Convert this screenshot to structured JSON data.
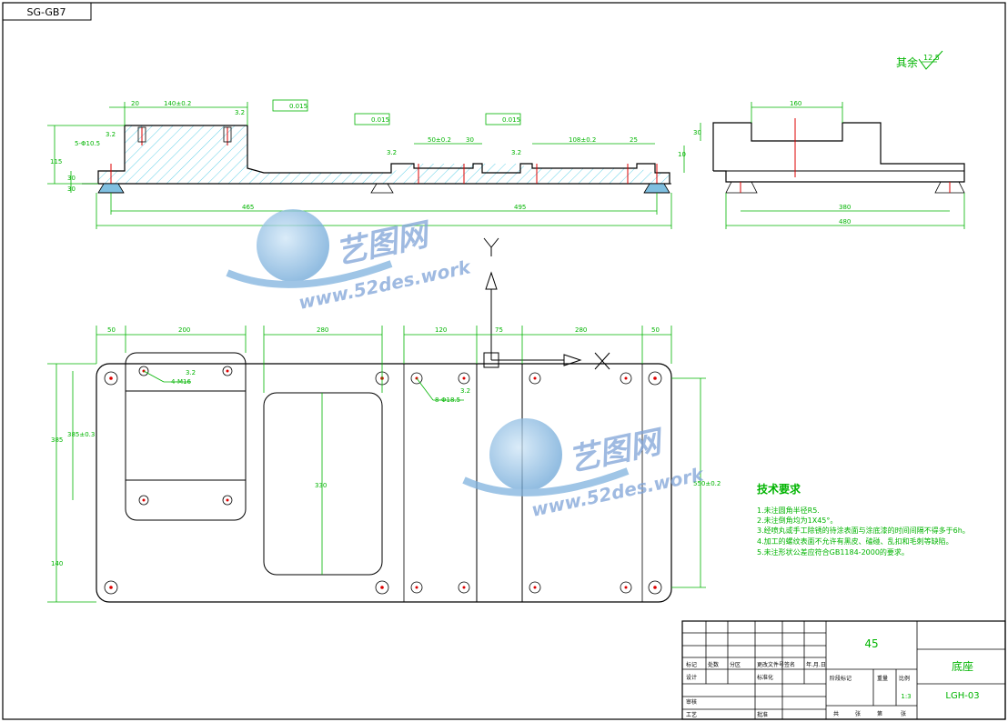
{
  "drawing": {
    "code_box": "SG-GB7",
    "roughness_note": "其余",
    "roughness_value": "12.5",
    "front_view": {
      "dims_top": [
        "20",
        "140±0.2",
        "3.2",
        "3.2",
        "50±0.2",
        "30",
        "3.2",
        "108±0.2",
        "25"
      ],
      "dims_left": [
        "3.2",
        "5-Φ10.5",
        "115",
        "30",
        "30"
      ],
      "dims_right": [
        "10"
      ],
      "dims_bottom": [
        "465",
        "495"
      ],
      "tolerances": [
        "0.015",
        "0.015",
        "0.015"
      ]
    },
    "side_view": {
      "dims": [
        "160",
        "30",
        "380",
        "480"
      ]
    },
    "plan_view": {
      "dims_top": [
        "50",
        "200",
        "280",
        "120",
        "75",
        "280",
        "50"
      ],
      "dims_left": [
        "385",
        "385±0.3",
        "140"
      ],
      "dims_center": [
        "330"
      ],
      "dims_right": [
        "550±0.2"
      ],
      "labels": [
        "3.2",
        "4-M16",
        "8-Φ18.5",
        "3.2"
      ]
    },
    "tech_req": {
      "title": "技术要求",
      "lines": [
        "1.未注圆角半径R5.",
        "2.未注倒角均为1X45°。",
        "3.经喷丸或手工除锈的待涂表面与涂底漆的时间间隔不得多于6h。",
        "4.加工的螺纹表面不允许有黑皮、磕碰、乱扣和毛刺等缺陷。",
        "5.未注形状公差应符合GB1184-2000的要求。"
      ]
    },
    "title_block": {
      "material": "45",
      "part_name": "底座",
      "drawing_no": "LGH-03",
      "scale": "1:3",
      "header_row": [
        "标记",
        "处数",
        "分区",
        "更改文件号",
        "签名",
        "年.月.日"
      ],
      "design": "设计",
      "standard": "标准化",
      "stage_mark": "阶段标记",
      "weight": "重量",
      "scale_label": "比例",
      "review": "审核",
      "process": "工艺",
      "approve": "批准",
      "sheets": [
        "共",
        "张",
        "第",
        "张"
      ]
    },
    "watermarks": [
      {
        "text": "艺图网",
        "url": "www.52des.work"
      },
      {
        "text": "艺图网",
        "url": "www.52des.work"
      }
    ]
  }
}
